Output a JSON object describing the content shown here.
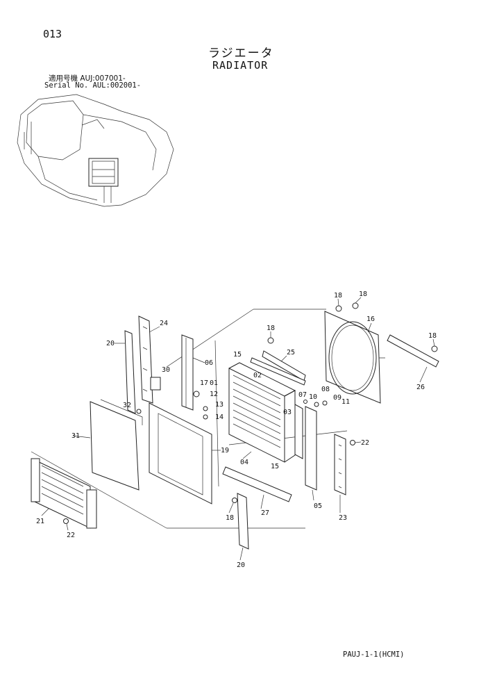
{
  "page_number": "013",
  "title_jp": "ラジエータ",
  "title_en": "RADIATOR",
  "serial_line_1": "適用号機 AUJ:007001-",
  "serial_line_2": "Serial No. AUL:002001-",
  "footer_code": "PAUJ-1-1(HCMI)",
  "callouts": [
    "18",
    "18",
    "18",
    "18",
    "16",
    "24",
    "20",
    "25",
    "15",
    "06",
    "30",
    "17",
    "01",
    "02",
    "12",
    "13",
    "14",
    "32",
    "31",
    "19",
    "07",
    "10",
    "08",
    "09",
    "11",
    "03",
    "22",
    "04",
    "15",
    "05",
    "23",
    "27",
    "18",
    "21",
    "22",
    "20",
    "26"
  ]
}
